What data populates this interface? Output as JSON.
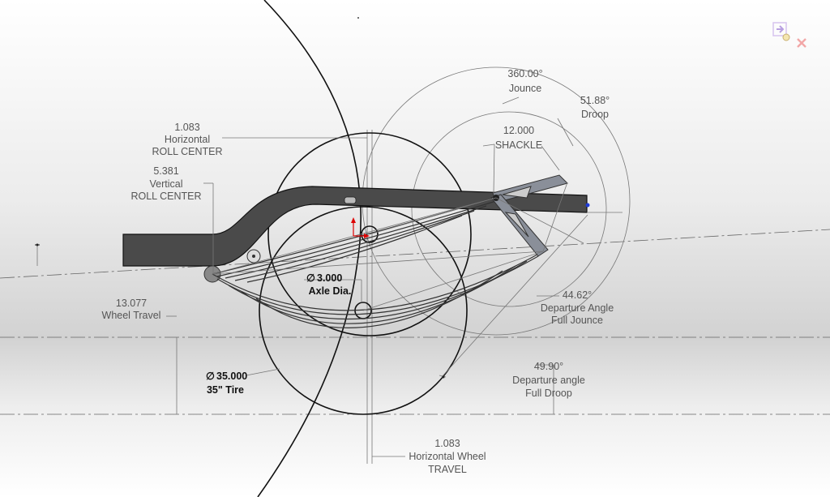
{
  "dimensions": {
    "jounce_angle": "360.00°",
    "jounce_label": "Jounce",
    "droop_angle": "51.88°",
    "droop_label": "Droop",
    "shackle_value": "12.000",
    "shackle_label": "SHACKLE",
    "roll_h_value": "1.083",
    "roll_h_line1": "Horizontal",
    "roll_h_line2": "ROLL CENTER",
    "roll_v_value": "5.381",
    "roll_v_line1": "Vertical",
    "roll_v_line2": "ROLL CENTER",
    "axle_value": "3.000",
    "axle_label": "Axle Dia.",
    "axle_symbol": "∅",
    "travel_value": "13.077",
    "travel_label": "Wheel Travel",
    "dep_jounce_angle": "44.62°",
    "dep_jounce_line1": "Departure Angle",
    "dep_jounce_line2": "Full Jounce",
    "dep_droop_angle": "49.90°",
    "dep_droop_line1": "Departure angle",
    "dep_droop_line2": "Full Droop",
    "tire_value": "35.000",
    "tire_label": "35\" Tire",
    "tire_symbol": "∅",
    "wheel_h_value": "1.083",
    "wheel_h_line1": "Horizontal Wheel",
    "wheel_h_line2": "TRAVEL"
  },
  "icons": {
    "confirm_icon": "sketch-confirm-icon",
    "cancel_icon": "cancel-icon"
  }
}
